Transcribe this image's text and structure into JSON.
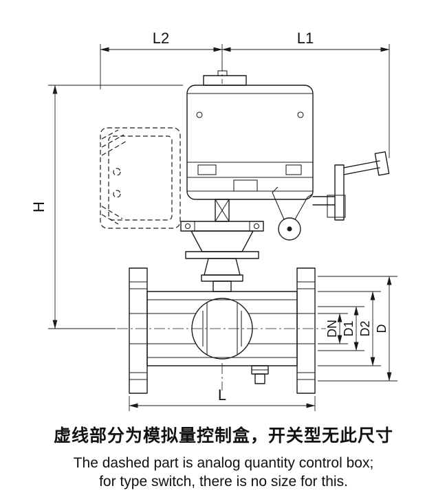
{
  "dimensions": {
    "l2": "L2",
    "l1": "L1",
    "h": "H",
    "l": "L",
    "dn": "DN",
    "d1": "D1",
    "d2": "D2",
    "d": "D"
  },
  "caption": {
    "chinese": "虚线部分为模拟量控制盒，开关型无此尺寸",
    "english_line1": "The dashed part is analog quantity control box;",
    "english_line2": "for type switch, there is no size for this."
  },
  "colors": {
    "line": "#1a1a1a",
    "background": "#ffffff"
  }
}
